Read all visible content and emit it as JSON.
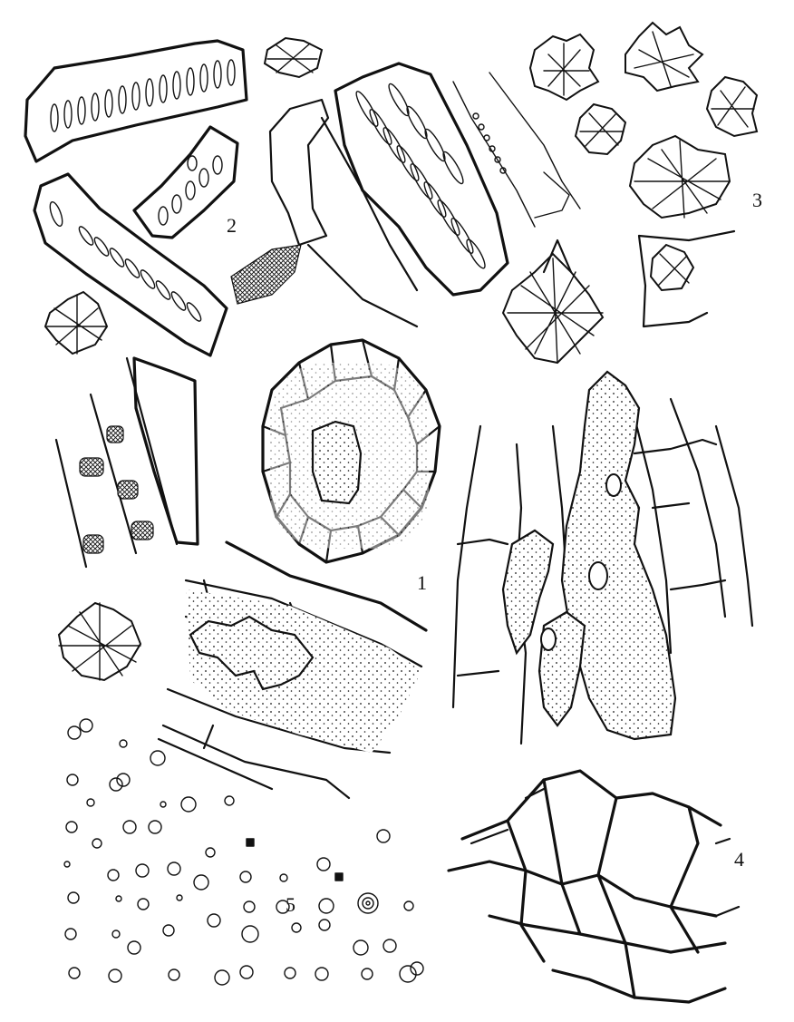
{
  "figure_labels": {
    "l1": "1",
    "l2": "2",
    "l3": "3",
    "l4": "4",
    "l5": "5"
  },
  "ink_color": "#111111",
  "background_color": "#ffffff"
}
